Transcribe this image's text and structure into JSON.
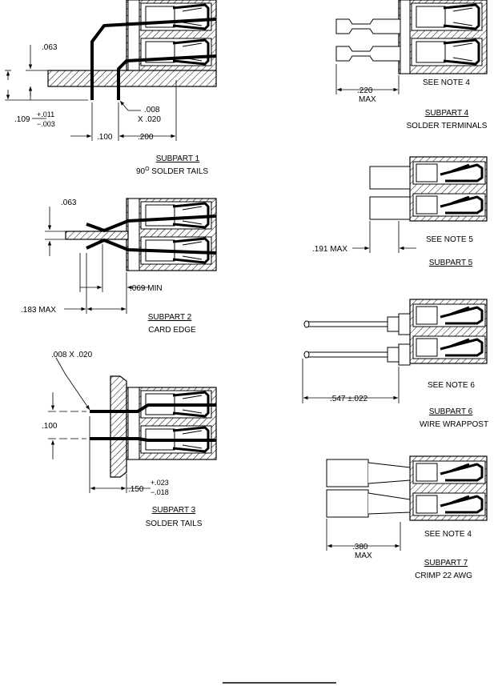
{
  "subparts": {
    "s1": {
      "title": "SUBPART 1",
      "caption_pre": "90",
      "caption_sup": "O",
      "caption_post": " SOLDER TAILS",
      "dim_063": ".063",
      "dim_109": ".109",
      "tol_plus": "+.011",
      "tol_minus": "−.003",
      "dim_008": ".008",
      "dim_x020": "X .020",
      "dim_100": ".100",
      "dim_200": ".200"
    },
    "s2": {
      "title": "SUBPART 2",
      "caption": "CARD EDGE",
      "dim_063": ".063",
      "dim_069": ".069 MIN",
      "dim_183": ".183 MAX"
    },
    "s3": {
      "title": "SUBPART 3",
      "caption": "SOLDER TAILS",
      "dim_008x020": ".008  X  .020",
      "dim_100": ".100",
      "dim_150": ".150",
      "tol_plus": "+.023",
      "tol_minus": "−.018"
    },
    "s4": {
      "title": "SUBPART 4",
      "caption": "SOLDER TERMINALS",
      "note": "SEE NOTE 4",
      "dim_220": ".220",
      "dim_max": "MAX"
    },
    "s5": {
      "title": "SUBPART 5",
      "note": "SEE NOTE 5",
      "dim_191": ".191 MAX"
    },
    "s6": {
      "title": "SUBPART 6",
      "caption": "WIRE WRAPPOST",
      "note": "SEE NOTE 6",
      "dim_547": ".547 ±.022"
    },
    "s7": {
      "title": "SUBPART 7",
      "caption": "CRIMP 22 AWG",
      "note": "SEE NOTE 4",
      "dim_380": ".380",
      "dim_max": "MAX"
    }
  }
}
